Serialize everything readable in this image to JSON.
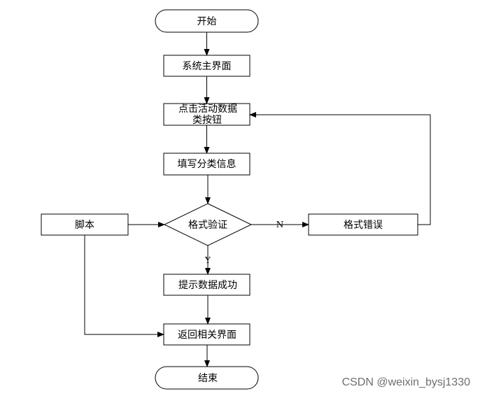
{
  "nodes": {
    "start": "开始",
    "main_ui": "系统主界面",
    "click_line1": "点击活动数据",
    "click_line2": "类按钮",
    "fill_info": "填写分类信息",
    "format_check": "格式验证",
    "script": "脚本",
    "format_error": "格式错误",
    "prompt_success": "提示数据成功",
    "return_ui": "返回相关界面",
    "end": "结束"
  },
  "edge_labels": {
    "no": "N",
    "yes": "Y"
  },
  "watermark": "CSDN @weixin_bysj1330"
}
